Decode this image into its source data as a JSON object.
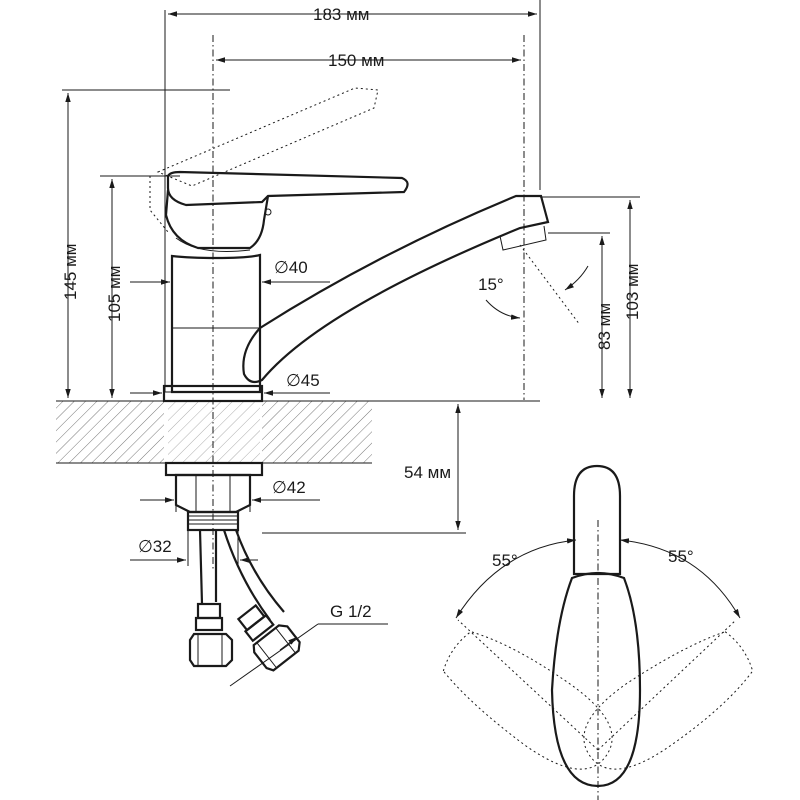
{
  "dimensions": {
    "overall_length": "183 мм",
    "spout_reach": "150 мм",
    "total_height": "145 мм",
    "body_height": "105 мм",
    "body_diameter": "∅40",
    "base_diameter": "∅45",
    "spout_height_low": "83 мм",
    "spout_height_high": "103 мм",
    "spout_angle": "15°",
    "under_counter_depth": "54 мм",
    "nut_diameter": "∅42",
    "stud_diameter": "∅32",
    "hose_thread": "G 1/2"
  },
  "handle_view": {
    "left_angle": "55°",
    "right_angle": "55°"
  }
}
